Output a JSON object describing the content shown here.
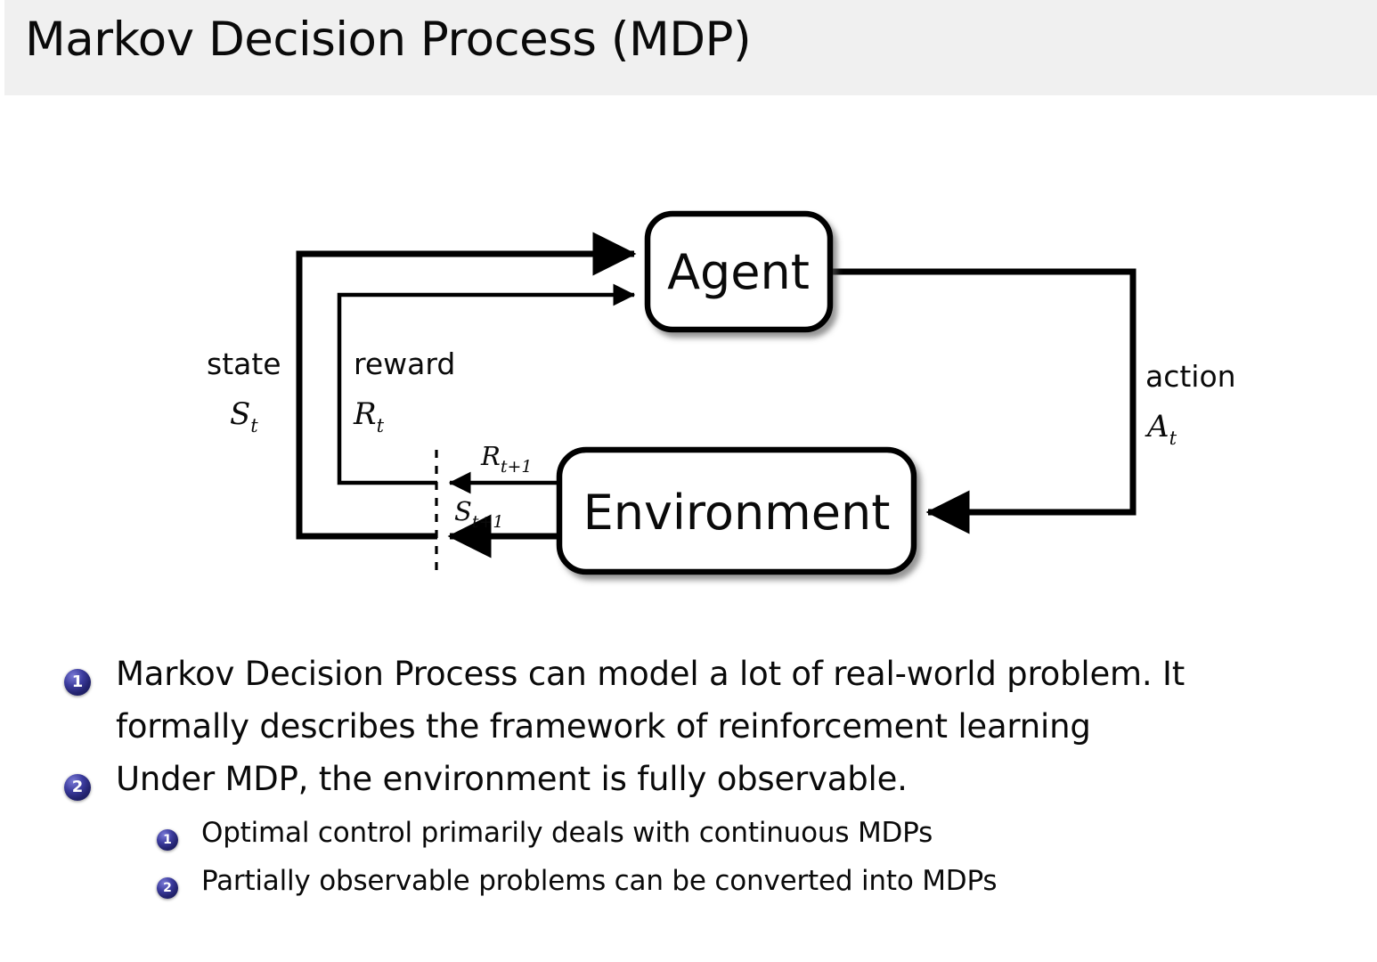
{
  "header": {
    "title": "Markov Decision Process (MDP)",
    "bar_color": "#f0f0f0"
  },
  "diagram": {
    "name": "agent-environment-interaction-loop",
    "nodes": {
      "agent": "Agent",
      "environment": "Environment"
    },
    "labels": {
      "state_word": "state",
      "state_sym": "S",
      "state_sub": "t",
      "reward_word": "reward",
      "reward_sym": "R",
      "reward_sub": "t",
      "action_word": "action",
      "action_sym": "A",
      "action_sub": "t",
      "reward_next_sym": "R",
      "reward_next_sub": "t+1",
      "state_next_sym": "S",
      "state_next_sub": "t+1"
    },
    "line_color": "#000000",
    "box_fill": "#ffffff"
  },
  "bullets": {
    "badge_color": "#23236e",
    "items": [
      {
        "number": "1",
        "level": 1,
        "lines": [
          "Markov Decision Process can model a lot of real-world problem.  It",
          "formally describes the framework of reinforcement learning"
        ]
      },
      {
        "number": "2",
        "level": 1,
        "lines": [
          "Under MDP, the environment is fully observable."
        ]
      },
      {
        "number": "1",
        "level": 2,
        "lines": [
          "Optimal control primarily deals with continuous MDPs"
        ]
      },
      {
        "number": "2",
        "level": 2,
        "lines": [
          "Partially observable problems can be converted into MDPs"
        ]
      }
    ]
  }
}
